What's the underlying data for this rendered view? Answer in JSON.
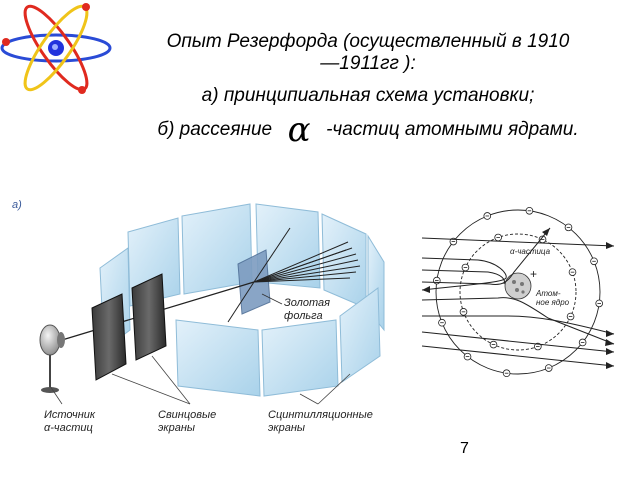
{
  "title": {
    "line1": "Опыт Резерфорда (осуществленный в 1910",
    "line2": "—1911гг ):",
    "line3": "а) принципиальная схема установки;",
    "line4_before": "б) рассеяние",
    "alpha_symbol": "α",
    "line4_after": "-частиц атомными ядрами."
  },
  "setup_figure": {
    "label_a": "а)",
    "gold_foil_label_1": "Золотая",
    "gold_foil_label_2": "фольга",
    "source_label_1": "Источник",
    "source_label_2": "α-частиц",
    "lead_screens_label_1": "Свинцовые",
    "lead_screens_label_2": "экраны",
    "scint_screens_label_1": "Сцинтилляционные",
    "scint_screens_label_2": "экраны"
  },
  "scatter_figure": {
    "alpha_label": "α-частица",
    "nucleus_label_1": "Атом-",
    "nucleus_label_2": "ное ядро",
    "nucleus_charge": "+"
  },
  "slide_number": "7",
  "colors": {
    "logo_orbit_blue": "#2a4bd6",
    "logo_orbit_red": "#e02a1f",
    "logo_orbit_yellow": "#f0c419",
    "logo_nucleus": "#2233dd",
    "screen_blue": "#b9dcef"
  }
}
